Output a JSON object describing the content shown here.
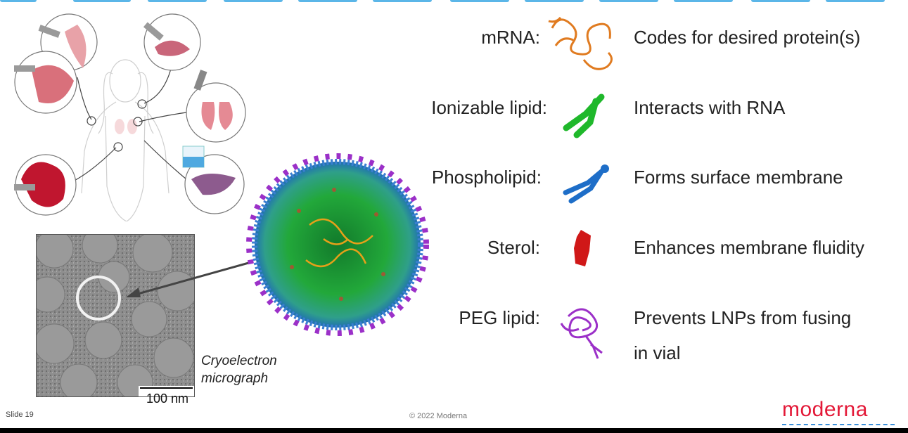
{
  "rows": [
    {
      "label": "mRNA:",
      "desc": "Codes for desired protein(s)",
      "icon": "mrna-icon",
      "color": "#e07b20"
    },
    {
      "label": "Ionizable lipid:",
      "desc": "Interacts with RNA",
      "icon": "ionizable-lipid-icon",
      "color": "#1fb82b"
    },
    {
      "label": "Phospholipid:",
      "desc": "Forms surface membrane",
      "icon": "phospholipid-icon",
      "color": "#1e6ec8"
    },
    {
      "label": "Sterol:",
      "desc": "Enhances membrane fluidity",
      "icon": "sterol-icon",
      "color": "#d01818"
    },
    {
      "label": "PEG lipid:",
      "desc": "Prevents LNPs from fusing",
      "desc2": "in vial",
      "icon": "peg-lipid-icon",
      "color": "#9b30c8"
    }
  ],
  "micrograph": {
    "caption_line1": "Cryoelectron",
    "caption_line2": "micrograph",
    "scale_bar": "100 nm"
  },
  "footer": {
    "slide_number": "Slide 19",
    "copyright": "© 2022 Moderna",
    "logo": "moderna",
    "logo_color": "#e31837"
  }
}
